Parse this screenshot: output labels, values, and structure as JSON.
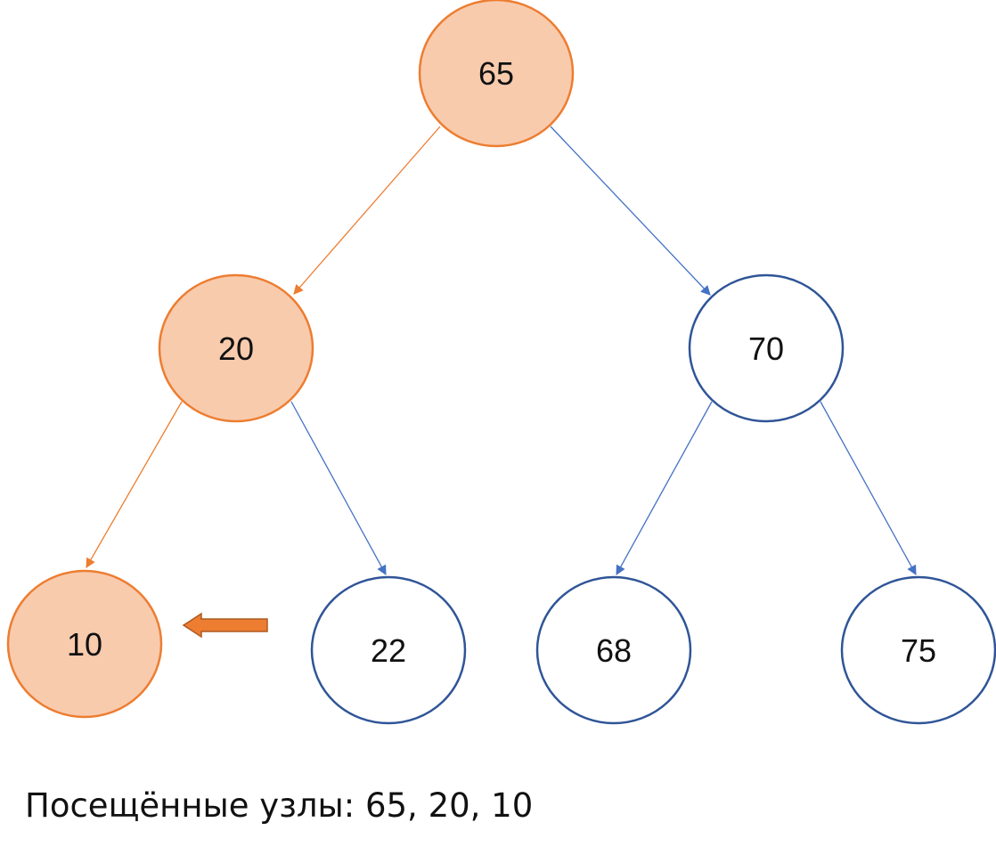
{
  "colors": {
    "visited_fill": "#f8cbad",
    "visited_stroke": "#ed7d31",
    "unvisited_fill": "#ffffff",
    "unvisited_stroke": "#2f5597",
    "edge_visited": "#ed7d31",
    "edge_unvisited": "#4472c4",
    "pointer_arrow": "#ed7d31"
  },
  "tree": {
    "nodes": [
      {
        "id": "n65",
        "label": "65",
        "visited": true
      },
      {
        "id": "n20",
        "label": "20",
        "visited": true
      },
      {
        "id": "n70",
        "label": "70",
        "visited": false
      },
      {
        "id": "n10",
        "label": "10",
        "visited": true,
        "current": true
      },
      {
        "id": "n22",
        "label": "22",
        "visited": false
      },
      {
        "id": "n68",
        "label": "68",
        "visited": false
      },
      {
        "id": "n75",
        "label": "75",
        "visited": false
      }
    ],
    "edges": [
      {
        "from": "n65",
        "to": "n20",
        "visited": true
      },
      {
        "from": "n65",
        "to": "n70",
        "visited": false
      },
      {
        "from": "n20",
        "to": "n10",
        "visited": true
      },
      {
        "from": "n20",
        "to": "n22",
        "visited": false
      },
      {
        "from": "n70",
        "to": "n68",
        "visited": false
      },
      {
        "from": "n70",
        "to": "n75",
        "visited": false
      }
    ]
  },
  "caption": "Посещённые узлы: 65, 20, 10"
}
